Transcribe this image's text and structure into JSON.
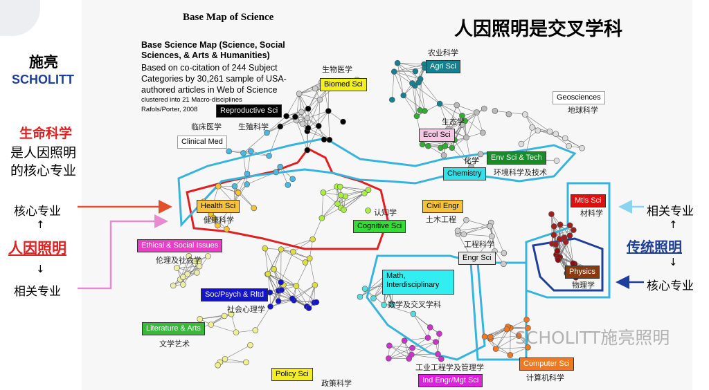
{
  "slide_title": "人因照明是交叉学科",
  "logo": {
    "cn": "施亮",
    "en": "SCHOLITT"
  },
  "watermark": "SCHOLITT施亮照明",
  "map": {
    "title": "Base Map of Science",
    "subtitle": "Base Science Map (Science, Social Sciences, & Arts & Humanities)",
    "desc_lines": [
      "Based on co-citation of 244 Subject",
      "Categories by 30,261 sample of USA-",
      "authored articles in Web of Science"
    ],
    "small_lines": [
      "clustered into 21 Macro-disciplines",
      "Rafols/Porter, 2008"
    ],
    "disciplines": [
      {
        "en": "Agri Sci",
        "cn": "农业科学",
        "bg": "#17808f",
        "fg": "#ffffff"
      },
      {
        "en": "Biomed Sci",
        "cn": "生物医学",
        "bg": "#f2ee22",
        "fg": "#000000"
      },
      {
        "en": "Reproductive Sci",
        "cn": "生殖科学",
        "bg": "#000000",
        "fg": "#ffffff"
      },
      {
        "en": "Clinical Med",
        "cn": "临床医学",
        "bg": "#ffffff",
        "fg": "#000000"
      },
      {
        "en": "Geosciences",
        "cn": "地球科学",
        "bg": "#ffffff",
        "fg": "#000000"
      },
      {
        "en": "Ecol Sci",
        "cn": "生态学",
        "bg": "#f7c8e4",
        "fg": "#000000"
      },
      {
        "en": "Env Sci & Tech",
        "cn": "环境科学及技术",
        "bg": "#1a8a2a",
        "fg": "#ffffff"
      },
      {
        "en": "Chemistry",
        "cn": "化学",
        "bg": "#33e0e8",
        "fg": "#000000"
      },
      {
        "en": "Mtls Sci",
        "cn": "材料学",
        "bg": "#e01010",
        "fg": "#ffffff"
      },
      {
        "en": "Health Sci",
        "cn": "健康科学",
        "bg": "#f5c23a",
        "fg": "#000000"
      },
      {
        "en": "Cognitive Sci",
        "cn": "认知学",
        "bg": "#33dd33",
        "fg": "#000000"
      },
      {
        "en": "Civil Engr",
        "cn": "土木工程",
        "bg": "#f5c23a",
        "fg": "#000000"
      },
      {
        "en": "Engr Sci",
        "cn": "工程科学",
        "bg": "#e8e8e8",
        "fg": "#000000"
      },
      {
        "en": "Ethical & Social Issues",
        "cn": "伦理及社会学",
        "bg": "#e83ec8",
        "fg": "#ffffff"
      },
      {
        "en": "Physics",
        "cn": "物理学",
        "bg": "#8b3a10",
        "fg": "#ffffff"
      },
      {
        "en": "Soc/Psych & Rltd",
        "cn": "社会心理学",
        "bg": "#1414c8",
        "fg": "#ffffff"
      },
      {
        "en": "Math, Interdisciplinary",
        "cn": "数学及交叉学科",
        "bg": "#33eef0",
        "fg": "#000000"
      },
      {
        "en": "Literature & Arts",
        "cn": "文学艺术",
        "bg": "#3ab83a",
        "fg": "#ffffff"
      },
      {
        "en": "Policy Sci",
        "cn": "政策科学",
        "bg": "#f2ee22",
        "fg": "#000000"
      },
      {
        "en": "Ind Engr/Mgt Sci",
        "cn": "工业工程学及管理学",
        "bg": "#e020e0",
        "fg": "#ffffff"
      },
      {
        "en": "Computer Sci",
        "cn": "计算机科学",
        "bg": "#f07820",
        "fg": "#ffffff"
      }
    ]
  },
  "left": {
    "life_sci": "生命科学",
    "line2": "是人因照明",
    "line3": "的核心专业",
    "core": "核心专业",
    "human_lighting": "人因照明",
    "related": "相关专业",
    "up": "↑",
    "down": "↓"
  },
  "right": {
    "related": "相关专业",
    "traditional": "传统照明",
    "core": "核心专业",
    "up": "↑",
    "down": "↓"
  }
}
